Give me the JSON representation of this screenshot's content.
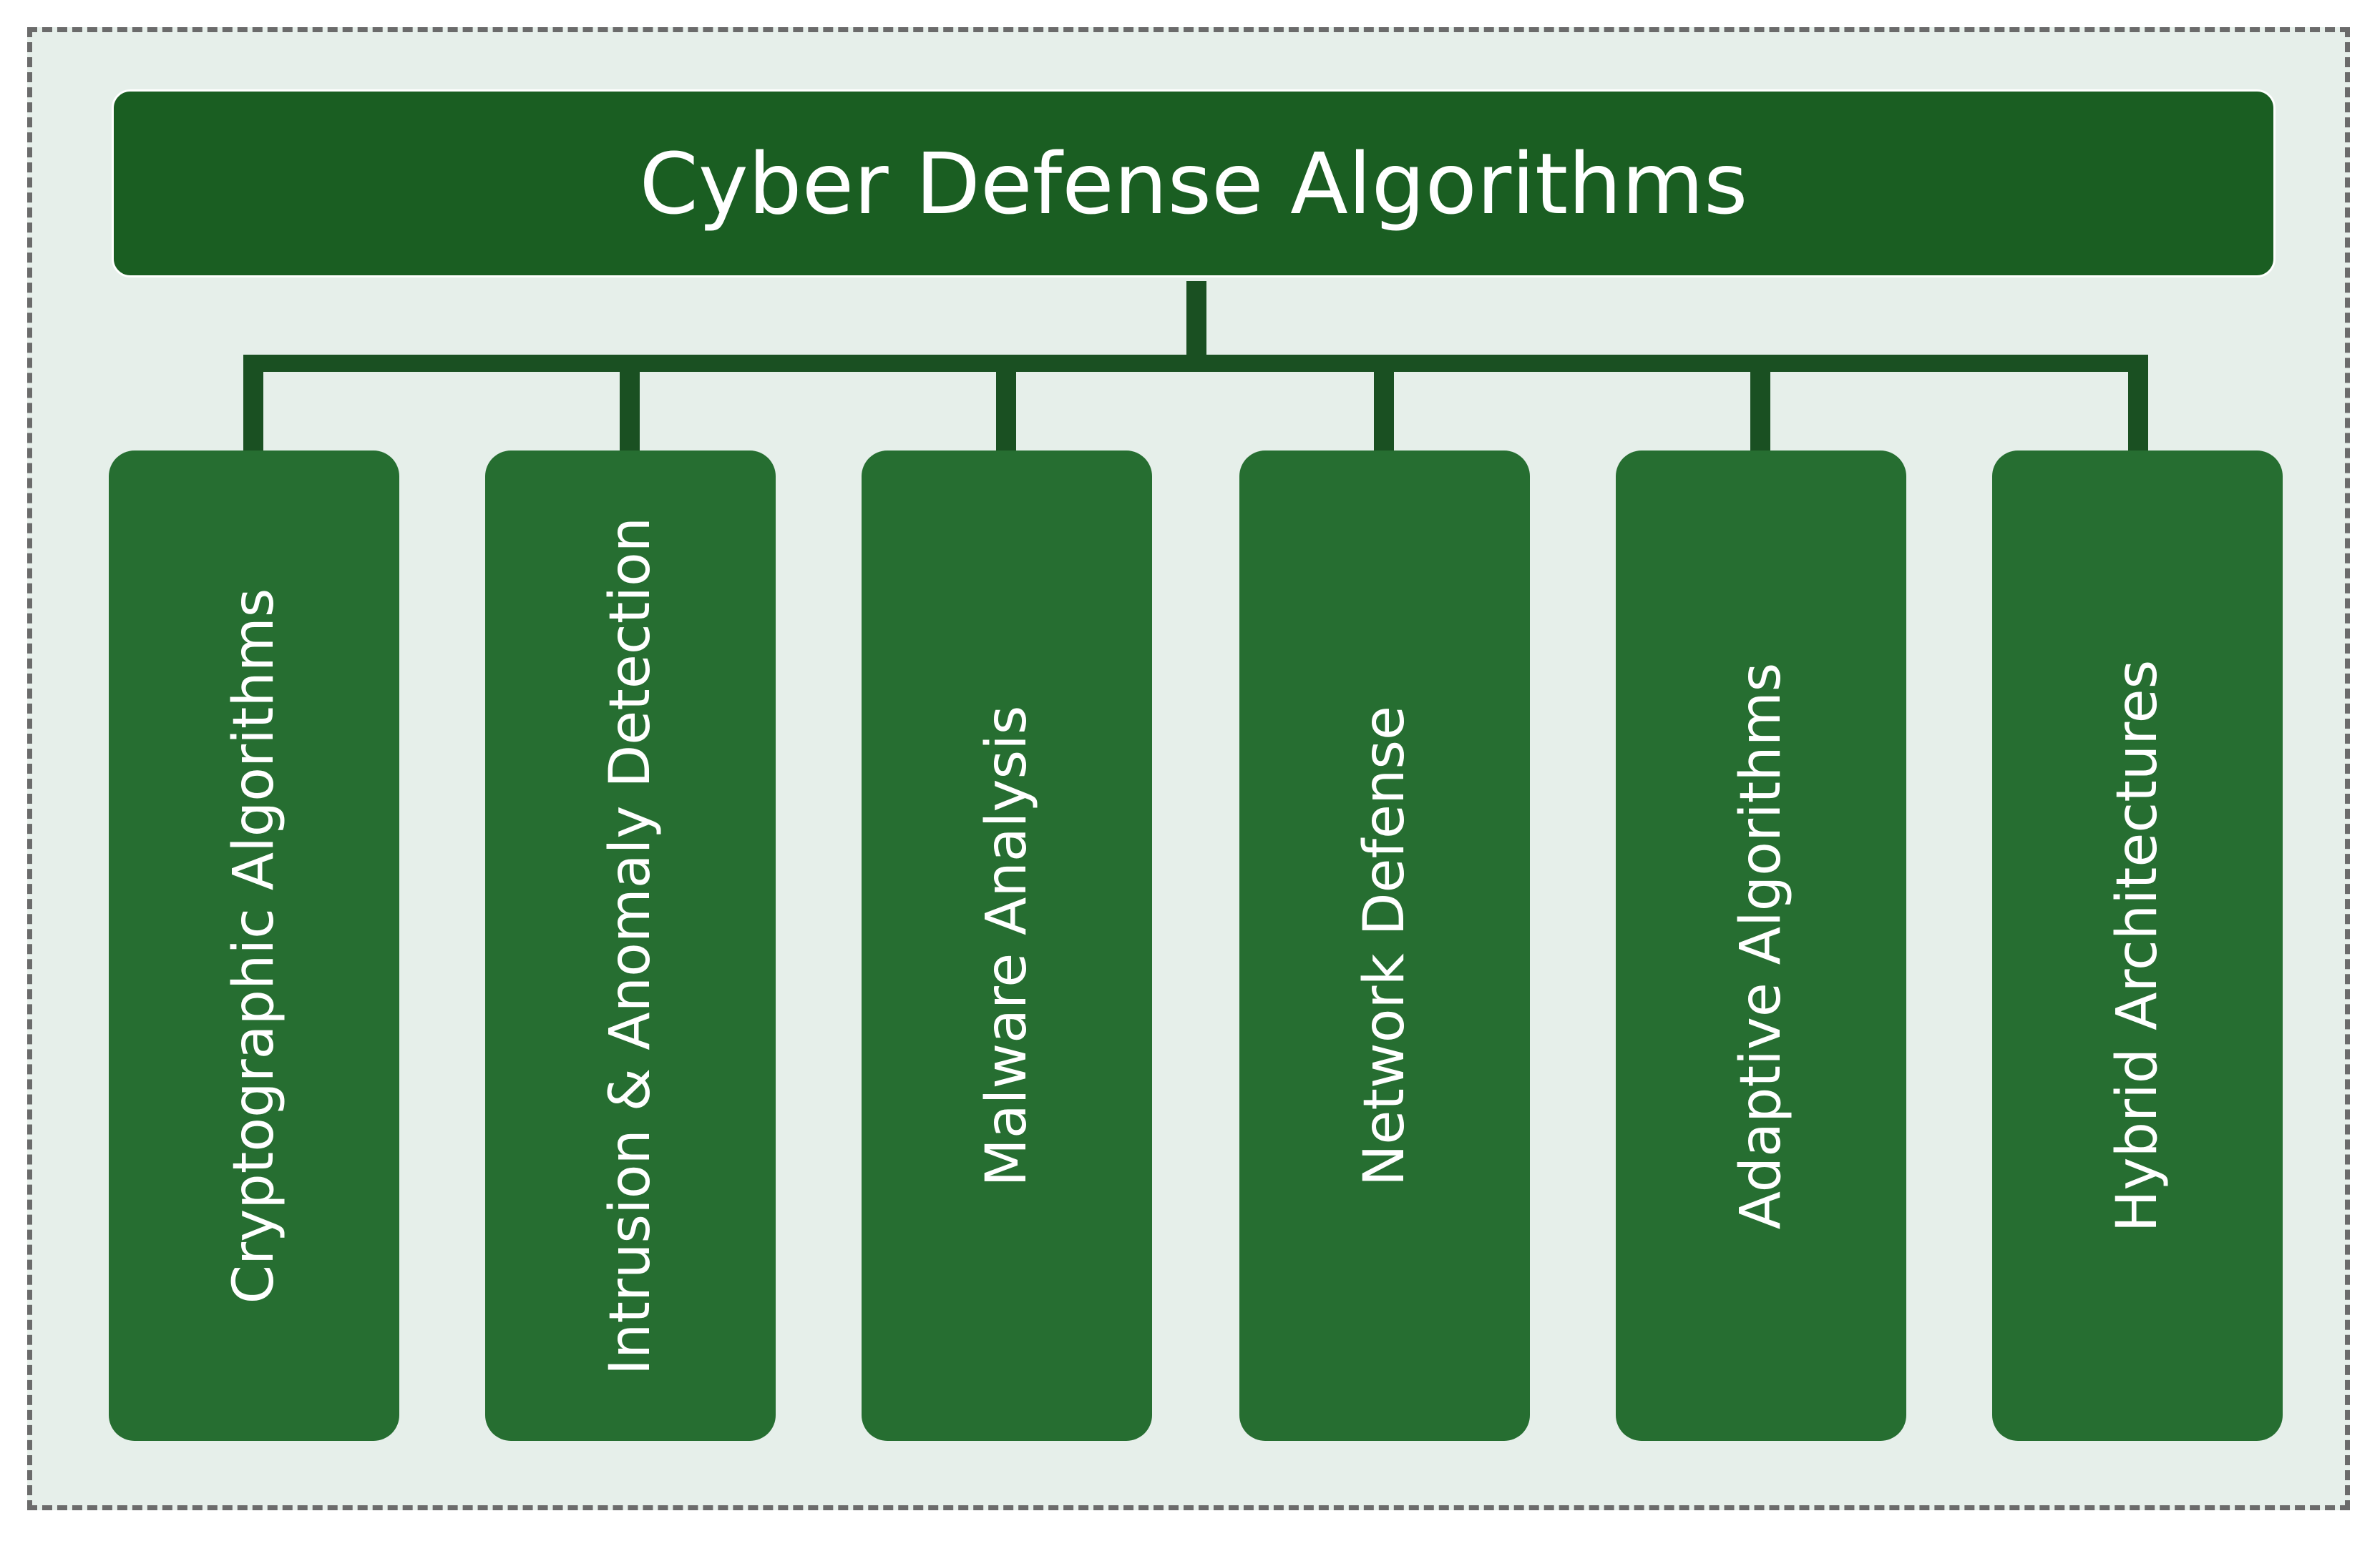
{
  "diagram": {
    "root": {
      "title": "Cyber Defense Algorithms"
    },
    "children": [
      {
        "label": "Cryptographic Algorithms"
      },
      {
        "label": "Intrusion & Anomaly Detection"
      },
      {
        "label": "Malware Analysis"
      },
      {
        "label": "Network Defense"
      },
      {
        "label": "Adaptive Algorithms"
      },
      {
        "label": "Hybrid Architectures"
      }
    ]
  },
  "colors": {
    "frame_background": "#e6efea",
    "frame_border": "#6b6b6b",
    "root_fill": "#1a5e22",
    "child_fill": "#266e31",
    "connector": "#1a5022",
    "text": "#ffffff"
  }
}
